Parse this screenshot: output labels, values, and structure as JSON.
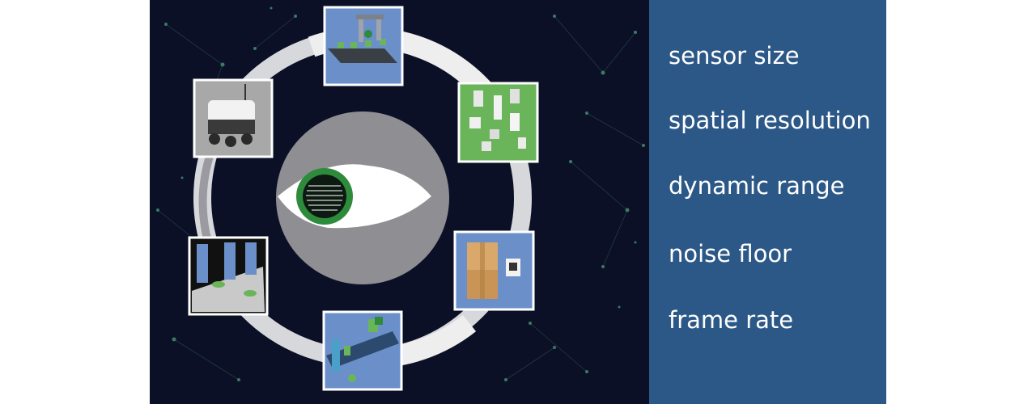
{
  "specs": {
    "items": [
      {
        "label": "sensor size"
      },
      {
        "label": "spatial resolution"
      },
      {
        "label": "dynamic range"
      },
      {
        "label": "noise floor"
      },
      {
        "label": "frame rate"
      }
    ]
  },
  "colors": {
    "background": "#0b1026",
    "panel": "#2c5887",
    "ring": "#d7d8dc",
    "ring_segment_light": "#eeeeee",
    "ring_segment_mid": "#9a9aa0",
    "iris_circle": "#8e8e93",
    "eye_white": "#ffffff",
    "iris": "#2e8b3c",
    "node_dots": "#3b7a63",
    "tile_border": "#ffffff",
    "tile_blue": "#6a8fc9",
    "tile_green": "#6ab55a",
    "tile_gray": "#a8a8a8",
    "tile_black": "#111111"
  },
  "illustrations": [
    {
      "icon": "agriculture-drone-tile-icon"
    },
    {
      "icon": "smart-city-buildings-tile-icon"
    },
    {
      "icon": "package-scanning-tile-icon"
    },
    {
      "icon": "factory-robot-arm-tile-icon"
    },
    {
      "icon": "warehouse-shelves-tile-icon"
    },
    {
      "icon": "delivery-robot-tile-icon"
    }
  ]
}
